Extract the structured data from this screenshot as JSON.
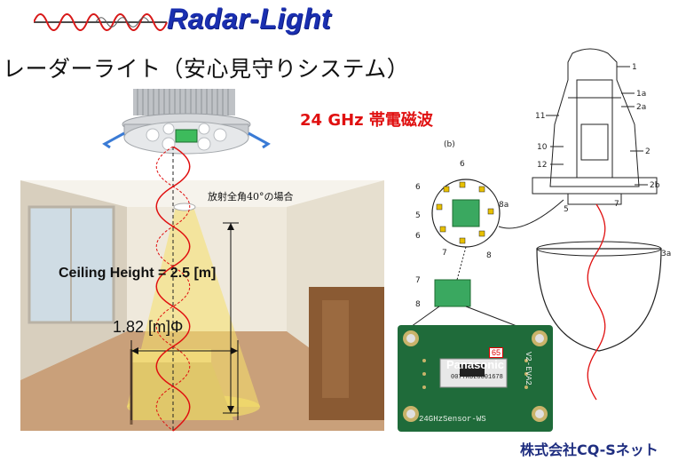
{
  "header": {
    "logo_text": "Radar-Light",
    "main_title": "レーダーライト（安心見守りシステム）",
    "frequency_label": "24 GHz 帯電磁波"
  },
  "photo_annotations": {
    "beam_angle_note": "放射全角40°の場合",
    "ceiling_height": "Ceiling Height = 2.5 [m]",
    "coverage_diameter": "1.82 [m]Φ"
  },
  "sensor_board": {
    "brand": "Panasonic",
    "model": "24GHzSensor-WS",
    "revision": "V2-EVA2",
    "module_code": "007YRUL0001678",
    "badge_number": "65"
  },
  "patent_diagram": {
    "figure_label": "(b)",
    "labels": [
      "1",
      "1a",
      "2a",
      "11",
      "2",
      "10",
      "12",
      "2b",
      "5",
      "7",
      "3a",
      "6",
      "6",
      "8a",
      "5",
      "6",
      "7",
      "8",
      "7",
      "8"
    ]
  },
  "footer": {
    "company": "株式会社CQ-Sネット"
  },
  "colors": {
    "logo_blue": "#1a2fb0",
    "signal_red": "#e01010",
    "beam_yellow": "#f5e06a",
    "pcb_green": "#1f6b3a"
  }
}
